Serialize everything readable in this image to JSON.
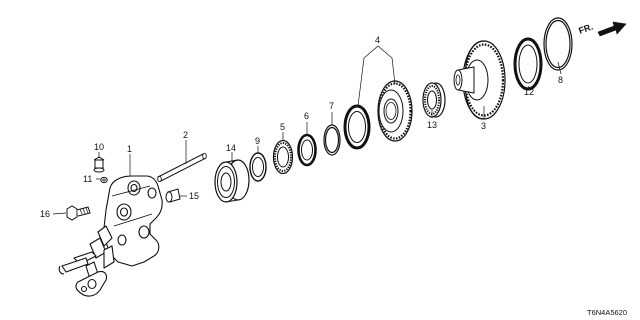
{
  "diagram": {
    "part_code": "T6N4A5620",
    "direction_label": "FR.",
    "callouts": {
      "c1": "1",
      "c2": "2",
      "c3": "3",
      "c4": "4",
      "c5": "5",
      "c6": "6",
      "c7": "7",
      "c8": "8",
      "c9": "9",
      "c10": "10",
      "c11": "11",
      "c12": "12",
      "c13": "13",
      "c14": "14",
      "c15": "15",
      "c16": "16"
    }
  }
}
